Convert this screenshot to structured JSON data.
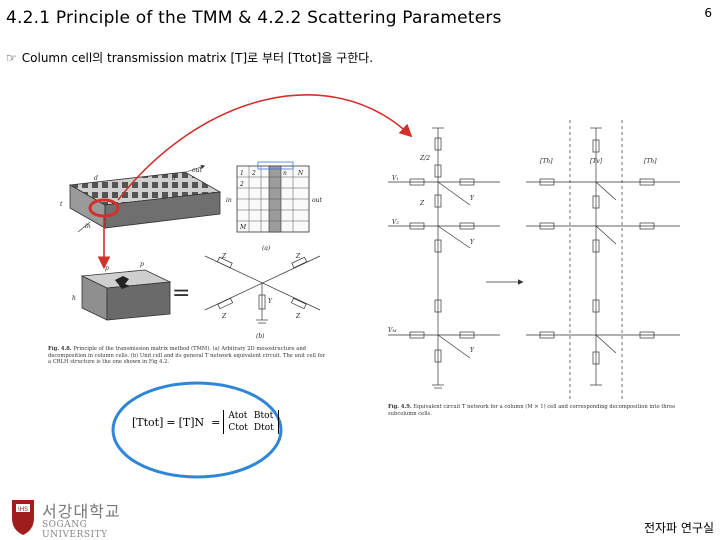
{
  "slide": {
    "title": "4.2.1 Principle of the TMM  &  4.2.2 Scattering Parameters",
    "page_number": "6",
    "bullet_icon": "pointing-hand-icon",
    "bullet_glyph": "☞",
    "bullet_text": "Column cell의 transmission matrix [T]로 부터 [Ttot]을 구한다.",
    "footer_lab": "전자파 연구실",
    "logo_korean": "서강대학교",
    "logo_english": "SOGANG UNIVERSITY"
  },
  "figure_left": {
    "label_a": "(a)",
    "label_b": "(b)",
    "port_in": "in",
    "port_out": "out",
    "out_cell": "out",
    "caption_fig": "Fig. 4.8.",
    "caption_text": "Principle of the transmission matrix method (TMM). (a) Arbitrary 2D mesostructure and decomposition in column cells. (b) Unit cell and its general T network equivalent circuit. The unit cell for a CRLH structure is the one shown in Fig 4.2."
  },
  "figure_right": {
    "caption_fig": "Fig. 4.9.",
    "caption_text": "Equivalent circuit T network for a column (M × 1) cell and corresponding decomposition into three subcolumn cells.",
    "col_labels": [
      "[Th]",
      "[Tv]",
      "[Th]"
    ]
  },
  "equation": {
    "lhs": "[Ttot]",
    "eq": "=",
    "rhs": "[T]N",
    "a": "Atot",
    "b": "Btot",
    "c": "Ctot",
    "d": "Dtot"
  }
}
